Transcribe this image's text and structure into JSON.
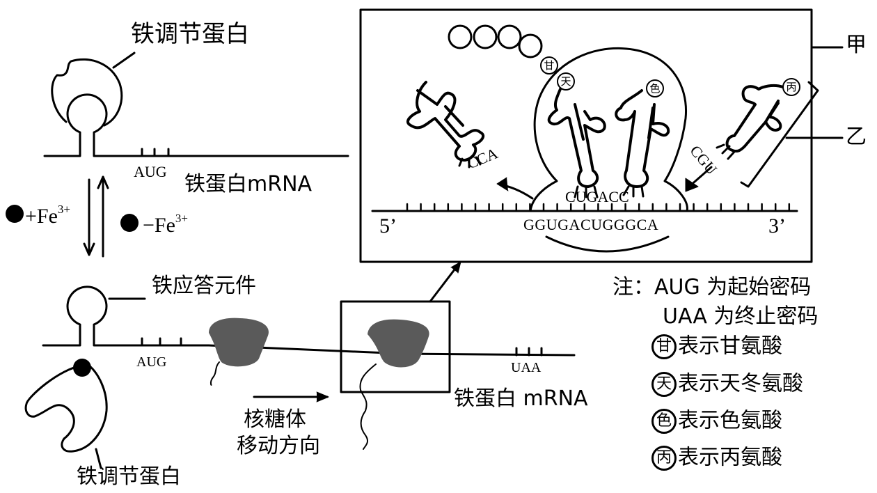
{
  "top_state": {
    "protein_label": "铁调节蛋白",
    "codon_start": "AUG",
    "mrna_label": "铁蛋白mRNA"
  },
  "equilibrium": {
    "add_iron": "+Fe",
    "remove_iron": "−Fe",
    "charge": "3+"
  },
  "bottom_state": {
    "ire_label": "铁应答元件",
    "codon_start": "AUG",
    "codon_stop": "UAA",
    "mrna_label": "铁蛋白 mRNA",
    "protein_label": "铁调节蛋白",
    "ribosome_dir_line1": "核糖体",
    "ribosome_dir_line2": "移动方向"
  },
  "inset": {
    "label_jia": "甲",
    "label_yi": "乙",
    "five_prime": "5’",
    "three_prime": "3’",
    "mrna_seq": "GGUGACUGGGCA",
    "anticodons_paired": "CUGACC",
    "anticodon_leaving": "CCA",
    "anticodon_entering": "CGU",
    "amino_acids": [
      "甘",
      "天",
      "色",
      "丙"
    ]
  },
  "legend": {
    "note_line1": "注：AUG 为起始密码",
    "note_line2": "UAA 为终止密码",
    "items": [
      {
        "symbol": "甘",
        "text": "表示甘氨酸"
      },
      {
        "symbol": "天",
        "text": "表示天冬氨酸"
      },
      {
        "symbol": "色",
        "text": "表示色氨酸"
      },
      {
        "symbol": "丙",
        "text": "表示丙氨酸"
      }
    ]
  }
}
